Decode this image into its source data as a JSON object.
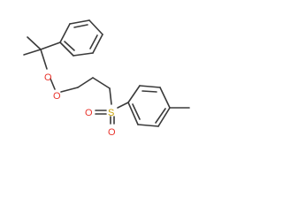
{
  "molecule": {
    "atoms": {
      "O1": "O",
      "O2": "O",
      "S": "S",
      "Oa": "O",
      "Ob": "O"
    },
    "colors": {
      "bond": "#3a3a3a",
      "oxygen": "#e8342c",
      "sulfur": "#c8a000"
    }
  }
}
